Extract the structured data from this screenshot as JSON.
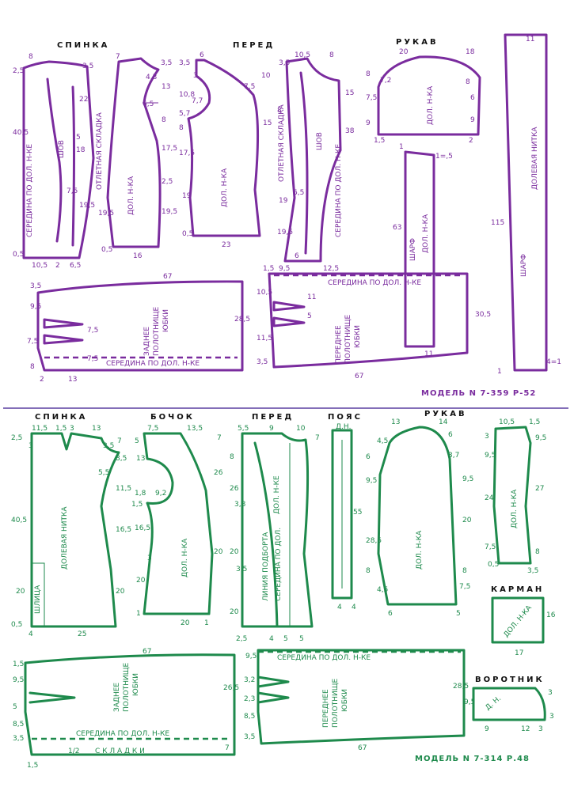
{
  "top": {
    "titles": {
      "back": "СПИНКА",
      "front": "ПЕРЕД",
      "sleeve": "РУКАВ"
    },
    "labels": {
      "center_back": "СЕРЕДИНА ПО ДОЛ. Н-КЕ",
      "seam": "ШОВ",
      "pleat": "ОТЛЕТНАЯ СКЛАДКА",
      "grain": "ДОЛ. Н-КА",
      "center_front": "СЕРЕДИНА ПО ДОЛ. Н-КЕ",
      "sleeve_grain": "ДОЛ. Н-КА",
      "scarf": "ШАРФ",
      "scarf_grain": "ДОЛ. Н-КА",
      "long_grain": "ДОЛЕВАЯ НИТКА",
      "long_scarf": "ШАРФ",
      "back_skirt": [
        "ЗАДНЕЕ",
        "ПОЛОТНИЩЕ",
        "ЮБКИ"
      ],
      "front_skirt": [
        "ПЕРЕДНЕЕ",
        "ПОЛОТНИЩЕ",
        "ЮБКИ"
      ],
      "skirt_center_back": "СЕРЕДИНА ПО ДОЛ. Н-КЕ",
      "skirt_center_front": "СЕРЕДИНА ПО ДОЛ. Н-КЕ"
    },
    "model": "МОДЕЛЬ N 7-359 Р-52"
  },
  "bottom": {
    "titles": {
      "back": "СПИНКА",
      "side": "БОЧОК",
      "front": "ПЕРЕД",
      "belt": "ПОЯС",
      "sleeve": "РУКАВ",
      "pocket": "КАРМАН",
      "collar": "ВОРОТНИК"
    },
    "labels": {
      "grain": "ДОЛЕВАЯ НИТКА",
      "slit": "ШЛИЦА",
      "side_grain": "ДОЛ. Н-КА",
      "facing": "ЛИНИЯ ПОДБОРТА",
      "center_front": "СЕРЕДИНА ПО ДОЛ.",
      "grain_front": "ДОЛ. Н-КЕ",
      "belt_grain": "Д.Н.",
      "sleeve_grain": "ДОЛ. Н-КА",
      "small_grain": "ДОЛ. Н-КА",
      "pocket_grain": "ДОЛ. Н-КА",
      "collar_grain": "Д. Н.",
      "back_skirt": [
        "ЗАДНЕЕ",
        "ПОЛОТНИЩЕ",
        "ЮБКИ"
      ],
      "front_skirt": [
        "ПЕРЕДНЕЕ",
        "ПОЛОТНИЩЕ",
        "ЮБКИ"
      ],
      "skirt_center_back": "СЕРЕДИНА ПО ДОЛ. Н-КЕ",
      "half_pleats": "С К Л А Д К И",
      "half": "1/2",
      "skirt_center_front": "СЕРЕДИНА ПО ДОЛ. Н-КЕ"
    },
    "model": "МОДЕЛЬ N 7-314 Р.48"
  }
}
